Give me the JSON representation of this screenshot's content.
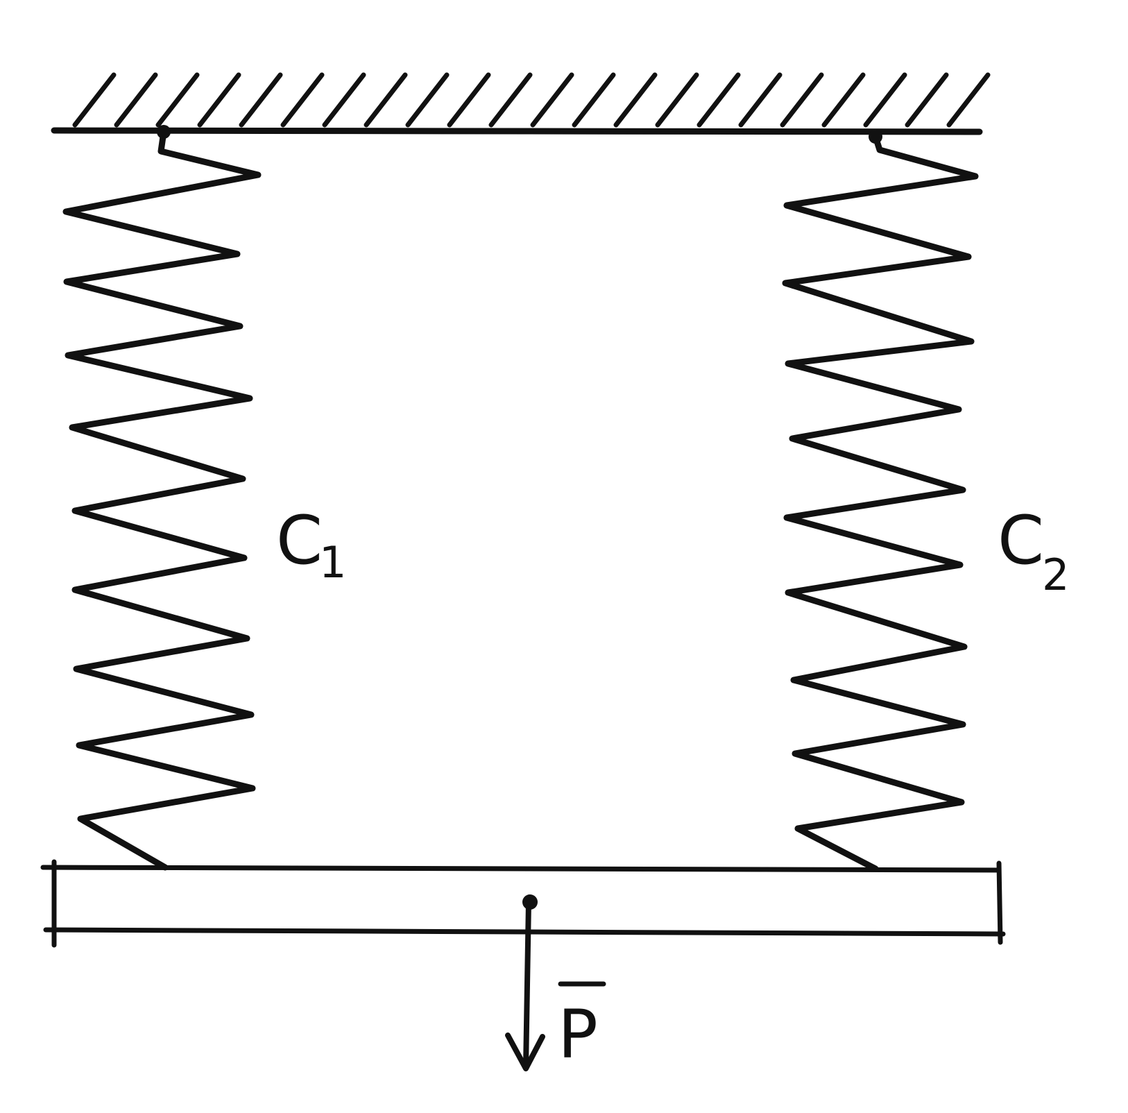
{
  "colors": {
    "ink": "#111111",
    "background": "#ffffff"
  },
  "labels": {
    "spring_left_main": "C",
    "spring_left_sub": "1",
    "spring_right_main": "C",
    "spring_right_sub": "2",
    "force_letter": "P"
  }
}
